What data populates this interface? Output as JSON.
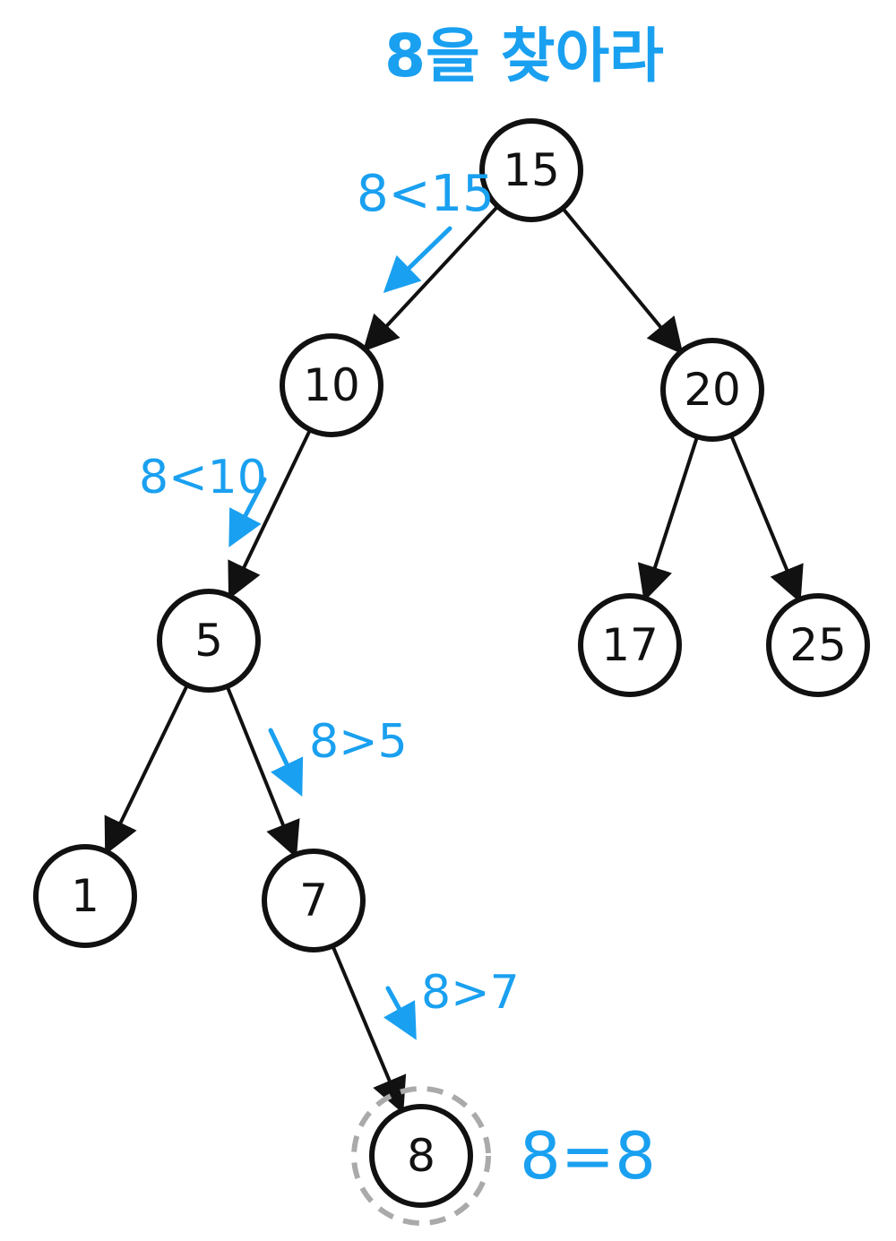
{
  "title": "8을 찾아라",
  "accent_color": "#1aa0f0",
  "target": "8",
  "nodes": [
    "15",
    "10",
    "20",
    "5",
    "17",
    "25",
    "1",
    "7",
    "8"
  ],
  "edges": [
    [
      "15",
      "10"
    ],
    [
      "15",
      "20"
    ],
    [
      "10",
      "5"
    ],
    [
      "20",
      "17"
    ],
    [
      "20",
      "25"
    ],
    [
      "5",
      "1"
    ],
    [
      "5",
      "7"
    ],
    [
      "7",
      "8"
    ]
  ],
  "search_path": [
    {
      "text": "8<15"
    },
    {
      "text": "8<10"
    },
    {
      "text": "8>5"
    },
    {
      "text": "8>7"
    }
  ],
  "result": "8=8"
}
